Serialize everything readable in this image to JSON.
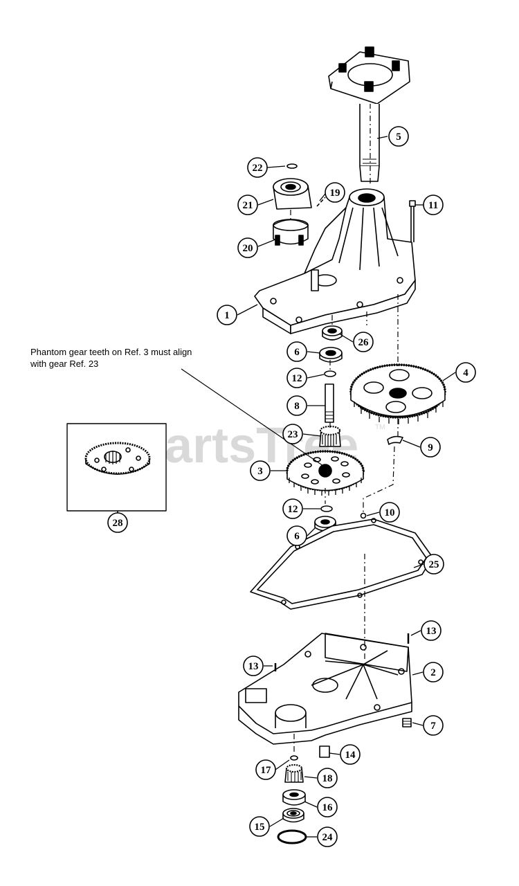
{
  "note": {
    "line1": "Phantom gear teeth on Ref. 3 must align",
    "line2": "with gear Ref. 23"
  },
  "watermark": {
    "text": "PartsTree",
    "mark": "TM"
  },
  "callouts": [
    "1",
    "2",
    "3",
    "4",
    "5",
    "6",
    "6",
    "7",
    "8",
    "9",
    "10",
    "11",
    "12",
    "12",
    "13",
    "13",
    "14",
    "15",
    "16",
    "17",
    "18",
    "19",
    "20",
    "21",
    "22",
    "23",
    "24",
    "25",
    "26",
    "28"
  ],
  "colors": {
    "ink": "#000000",
    "paper": "#ffffff",
    "watermark": "#d9d9d9"
  }
}
